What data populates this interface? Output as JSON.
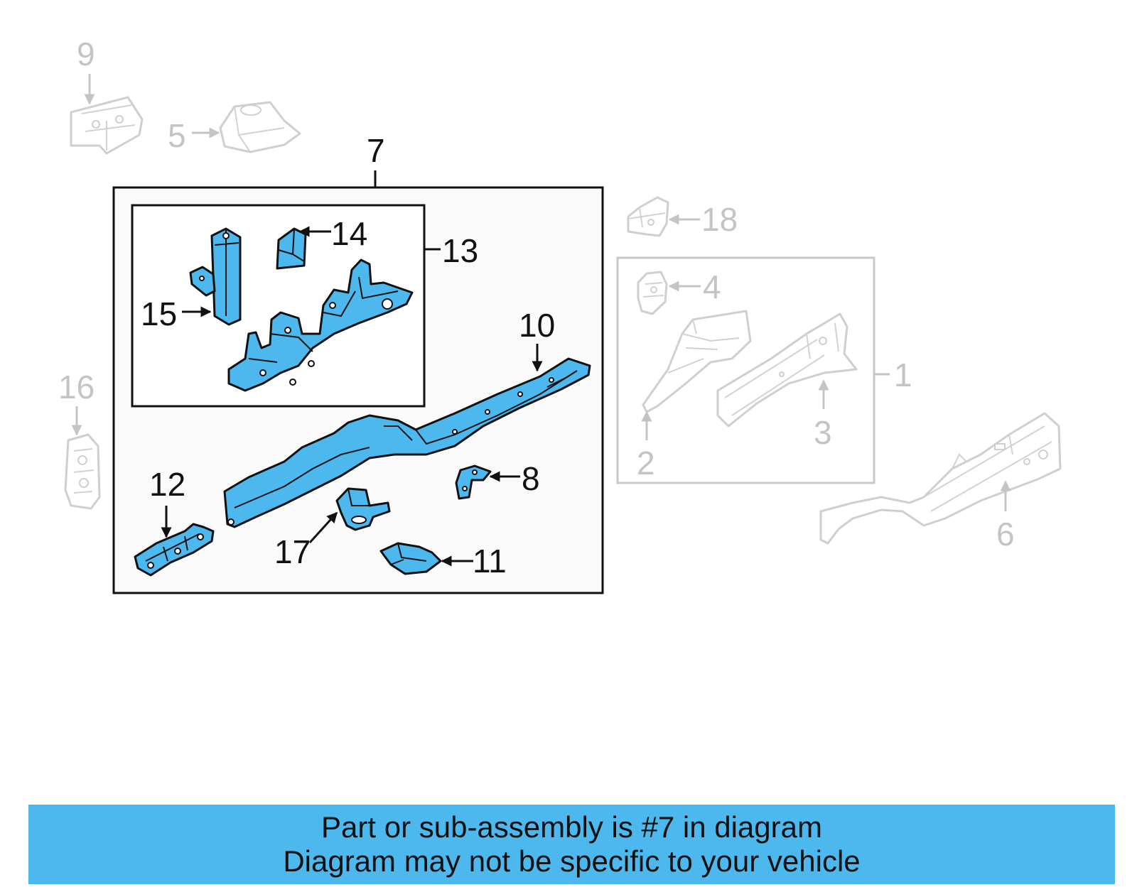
{
  "diagram": {
    "callouts": {
      "c1": "1",
      "c2": "2",
      "c3": "3",
      "c4": "4",
      "c5": "5",
      "c6": "6",
      "c7": "7",
      "c8": "8",
      "c9": "9",
      "c10": "10",
      "c11": "11",
      "c12": "12",
      "c13": "13",
      "c14": "14",
      "c15": "15",
      "c16": "16",
      "c17": "17",
      "c18": "18"
    },
    "highlight_part": "7",
    "colors": {
      "highlight_fill": "#4cb8ee",
      "active_line": "#111111",
      "inactive_line": "#c4c4c4",
      "banner_background": "#4cb8ee"
    }
  },
  "banner": {
    "line1": "Part or sub-assembly is #7 in diagram",
    "line2": "Diagram may not be specific to your vehicle"
  }
}
